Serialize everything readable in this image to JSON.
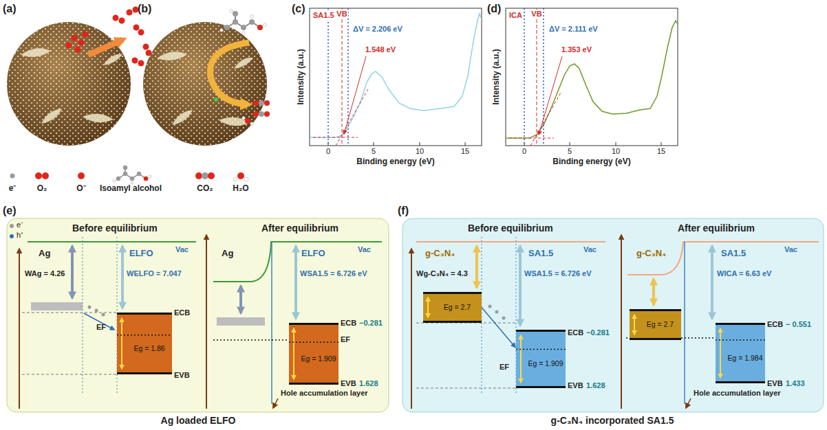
{
  "diagram": {
    "nodes": [
      {
        "text": [
          "Before equilibrium",
          "After equilibrium"
        ]
      },
      {
        "text": [
          "Eg = 1.86"
        ],
        "in": 0
      },
      {
        "text": [
          "Eg = 1.909"
        ],
        "in": 0
      },
      {
        "text": [
          "Before equilibrium",
          "After equilibrium"
        ]
      },
      {
        "text": [
          "Eg = 2.7"
        ],
        "in": 3
      },
      {
        "text": [
          "Eg = 1.909"
        ],
        "in": 3
      },
      {
        "text": [
          "Eg = 2.7"
        ],
        "in": 3
      },
      {
        "text": [
          "Eg = 1.984"
        ],
        "in": 3
      }
    ],
    "edges": [
      {
        "from": 4,
        "to": 5,
        "arrow": "to"
      }
    ],
    "labels": [
      "(a)",
      "(b)",
      "(c)",
      "(d)",
      "SA1.5",
      "VB",
      "ΔV = 2.206 eV",
      "1.548 eV",
      "Intensity (a.u.)",
      "Binding energy (eV)",
      "0",
      "5",
      "10",
      "15",
      "ICA",
      "VB",
      "ΔV = 2.111 eV",
      "1.353 eV",
      "Intensity (a.u.)",
      "Binding energy (eV)",
      "0",
      "5",
      "10",
      "15",
      "(e)",
      "(f)",
      "Ag",
      "ELFO",
      "WAg = 4.26",
      "WELFO = 7.047",
      "Vac",
      "EF",
      "ECB",
      "EVB",
      "Ag",
      "ELFO",
      "WSA1.5 = 6.726 eV",
      "Vac",
      "ECB",
      "−0.281",
      "EVB",
      "1.628",
      "Hole accumulation layer",
      "Ag loaded ELFO",
      "g-C₃N₄",
      "SA1.5",
      "Wg-C₃N₄ = 4.3",
      "Vac",
      "WSA1.5 = 6.726 eV",
      "EF",
      "ECB",
      "−0.281",
      "EVB",
      "1.628",
      "g-C₃N₄",
      "SA1.5",
      "WICA = 6.63 eV",
      "Vac",
      "ECB",
      "− 0.551",
      "EVB",
      "1.433",
      "Hole accumulation layer",
      "g-C₃N₄ incorporated SA1.5",
      "EF"
    ],
    "legend": [
      {
        "text": "e⁻"
      },
      {
        "text": "O₂"
      },
      {
        "text": "O⁻"
      },
      {
        "text": "Isoamyl alcohol"
      },
      {
        "text": "CO₂"
      },
      {
        "text": "H₂O"
      },
      {
        "text": "e⁻"
      },
      {
        "text": "h⁺"
      }
    ]
  }
}
